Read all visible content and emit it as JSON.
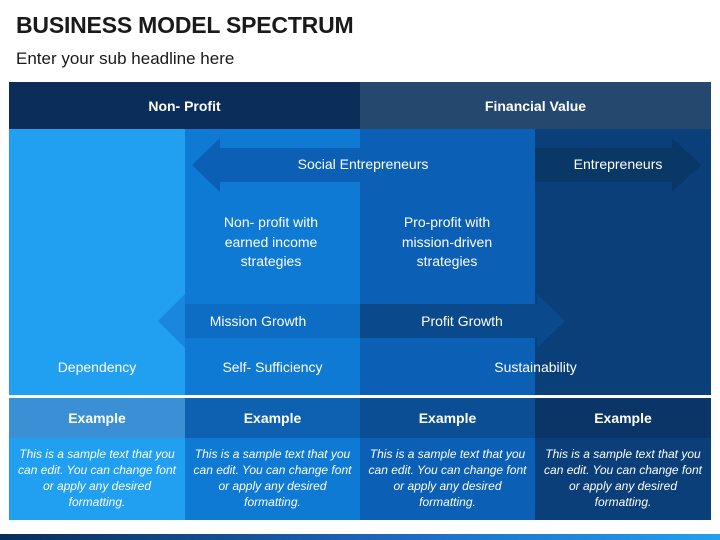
{
  "title": "BUSINESS MODEL SPECTRUM",
  "subtitle": "Enter your sub headline here",
  "header": {
    "left": "Non- Profit",
    "right": "Financial Value"
  },
  "arrows": {
    "social": "Social Entrepreneurs",
    "entrepreneurs": "Entrepreneurs",
    "mission": "Mission Growth",
    "profit": "Profit Growth"
  },
  "strategies": {
    "nonprofit": "Non- profit with earned income strategies",
    "proprofit": "Pro-profit with mission-driven strategies"
  },
  "levels": {
    "dependency": "Dependency",
    "self_sufficiency": "Self- Sufficiency",
    "sustainability": "Sustainability"
  },
  "examples": [
    {
      "heading": "Example",
      "text": "This is a sample text that you can edit. You can change font or apply any desired formatting."
    },
    {
      "heading": "Example",
      "text": "This is a sample text that you can edit. You can change font or apply any desired formatting."
    },
    {
      "heading": "Example",
      "text": "This is a sample text that you can edit. You can change font or apply any desired formatting."
    },
    {
      "heading": "Example",
      "text": "This is a sample text that you can edit. You can change font or apply any desired formatting."
    }
  ],
  "colors": {
    "col1": "#21a0f2",
    "col2": "#0f7ad4",
    "col3": "#0b5fb4",
    "col4": "#0a3f7a",
    "header_left": "#0a2d5a",
    "header_right": "#24486e"
  }
}
